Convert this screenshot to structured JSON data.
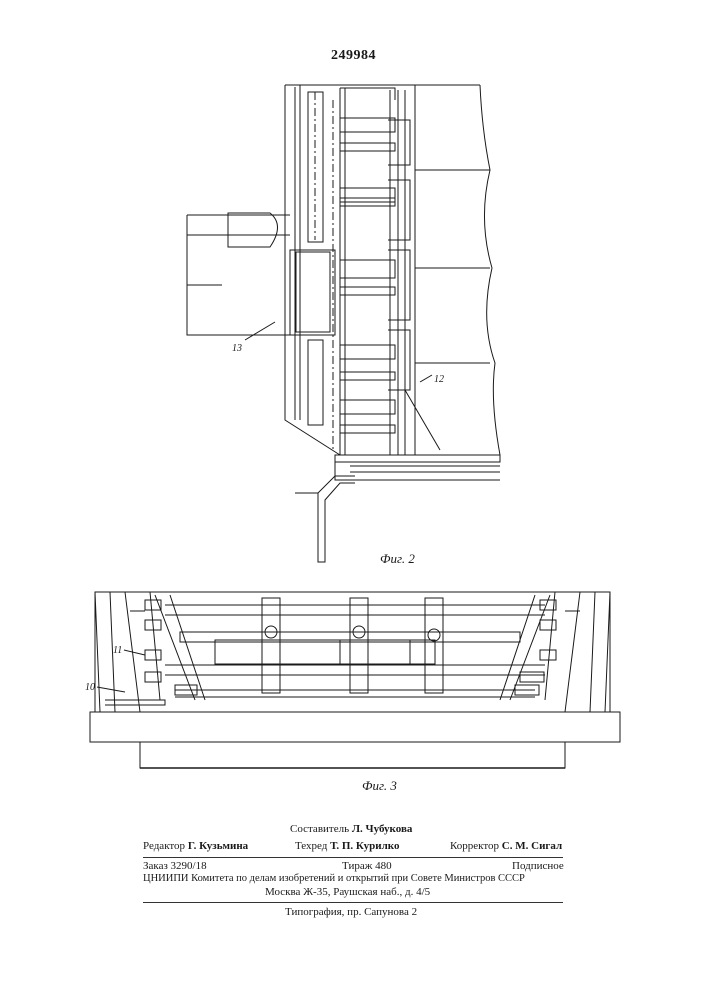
{
  "patent_number": "249984",
  "figures": {
    "fig2": {
      "caption": "Фиг. 2",
      "callouts": {
        "part_12": "12",
        "part_13": "13"
      }
    },
    "fig3": {
      "caption": "Фиг. 3",
      "callouts": {
        "part_10": "10",
        "part_11": "11"
      }
    }
  },
  "imprint": {
    "composer": {
      "label": "Составитель",
      "name": "Л. Чубукова"
    },
    "editor": {
      "label": "Редактор",
      "name": "Г. Кузьмина"
    },
    "tech_editor": {
      "label": "Техред",
      "name": "Т. П. Курилко"
    },
    "proofreader": {
      "label": "Корректор",
      "name": "С. М. Сигал"
    },
    "order": "Заказ 3290/18",
    "circulation": "Тираж 480",
    "subscription": "Подписное",
    "publisher": "ЦНИИПИ Комитета по делам изобретений и открытий при Совете Министров СССР",
    "address": "Москва Ж-35, Раушская наб., д. 4/5",
    "printer": "Типография, пр. Сапунова 2"
  }
}
